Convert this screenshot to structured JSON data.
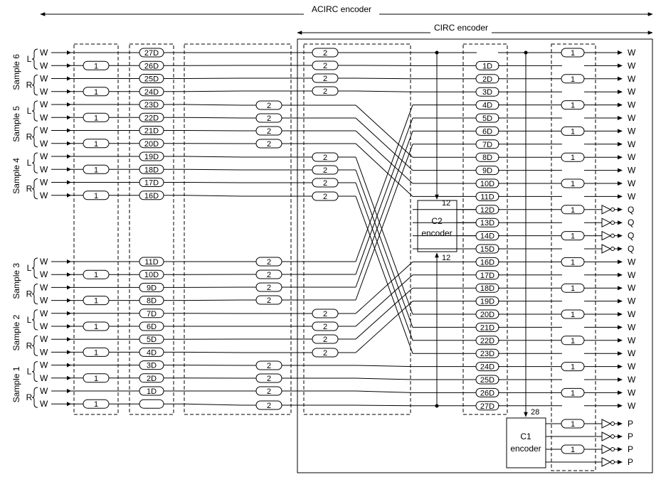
{
  "titles": {
    "acirc": "ACIRC encoder",
    "circ": "CIRC encoder"
  },
  "samples": [
    {
      "label": "Sample 6",
      "channels": [
        "L",
        "R"
      ]
    },
    {
      "label": "Sample 5",
      "channels": [
        "L",
        "R"
      ]
    },
    {
      "label": "Sample 4",
      "channels": [
        "L",
        "R"
      ]
    },
    {
      "label": "Sample 3",
      "channels": [
        "L",
        "R"
      ]
    },
    {
      "label": "Sample 2",
      "channels": [
        "L",
        "R"
      ]
    },
    {
      "label": "Sample 1",
      "channels": [
        "L",
        "R"
      ]
    }
  ],
  "word_label": "W",
  "parity_q_label": "Q",
  "parity_p_label": "P",
  "delay_one_label": "1",
  "delay_two_label": "2",
  "input_delays": [
    "27D",
    "26D",
    "25D",
    "24D",
    "23D",
    "22D",
    "21D",
    "20D",
    "19D",
    "18D",
    "17D",
    "16D",
    "11D",
    "10D",
    "9D",
    "8D",
    "7D",
    "6D",
    "5D",
    "4D",
    "3D",
    "2D",
    "1D",
    ""
  ],
  "circ_delays": [
    "",
    "1D",
    "2D",
    "3D",
    "4D",
    "5D",
    "6D",
    "7D",
    "8D",
    "9D",
    "10D",
    "11D",
    "12D",
    "13D",
    "14D",
    "15D",
    "16D",
    "17D",
    "18D",
    "19D",
    "20D",
    "21D",
    "22D",
    "23D",
    "24D",
    "25D",
    "26D",
    "27D"
  ],
  "c2": {
    "title_1": "C2",
    "title_2": "encoder",
    "bus_top": "12",
    "bus_bottom": "12"
  },
  "c1": {
    "title_1": "C1",
    "title_2": "encoder",
    "bus": "28"
  }
}
